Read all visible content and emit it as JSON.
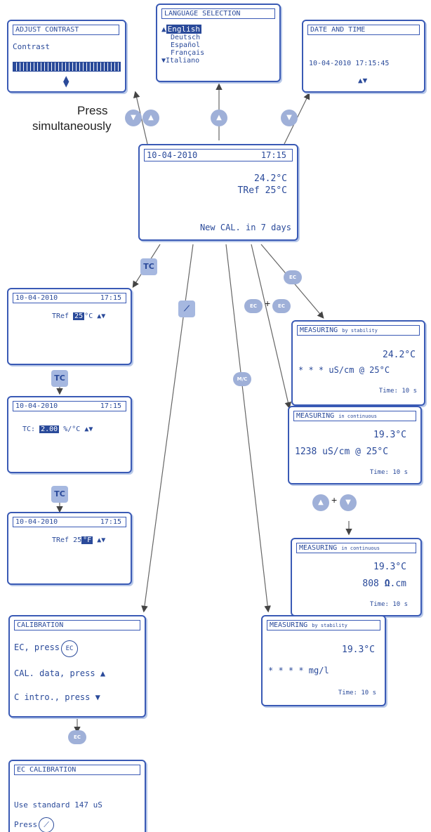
{
  "contrast": {
    "title": "ADJUST CONTRAST",
    "label": "Contrast"
  },
  "language": {
    "title": "LANGUAGE SELECTION",
    "items": [
      "English",
      "Deutsch",
      "Español",
      "Français",
      "Italiano"
    ]
  },
  "datetime": {
    "title": "DATE AND TIME",
    "value": "10-04-2010   17:15:45"
  },
  "press_note": {
    "line1": "Press",
    "line2": "simultaneously"
  },
  "main": {
    "date": "10-04-2010",
    "time": "17:15",
    "temp": "24.2°C",
    "tref": "TRef 25°C",
    "cal": "New CAL. in 7 days"
  },
  "tref1": {
    "date": "10-04-2010",
    "time": "17:15",
    "text": "TRef",
    "val": "25",
    "unit": "°C"
  },
  "tc": {
    "date": "10-04-2010",
    "time": "17:15",
    "text": "TC:",
    "val": "2.00",
    "unit": "%/°C"
  },
  "tref2": {
    "date": "10-04-2010",
    "time": "17:15",
    "text": "TRef 25",
    "unit": "°F"
  },
  "meas_stab": {
    "title": "MEASURING",
    "sub": "by stability",
    "temp": "24.2°C",
    "value": "* * * uS/cm @ 25°C",
    "time": "Time: 10 s"
  },
  "meas_cont1": {
    "title": "MEASURING",
    "sub": "in continuous",
    "temp": "19.3°C",
    "value": "1238 uS/cm @ 25°C",
    "time": "Time: 10 s"
  },
  "meas_cont2": {
    "title": "MEASURING",
    "sub": "in continuous",
    "temp": "19.3°C",
    "value": "808",
    "unit": ".cm",
    "time": "Time: 10 s"
  },
  "meas_mg": {
    "title": "MEASURING",
    "sub": "by stability",
    "temp": "19.3°C",
    "value": "* * * * mg/l",
    "time": "Time: 10 s"
  },
  "calibration": {
    "title": "CALIBRATION",
    "l1": "EC, press",
    "ec": "EC",
    "l2": "CAL. data, press",
    "l3": "C intro., press"
  },
  "ec_cal": {
    "title": "EC CALIBRATION",
    "l1": "Use standard 147 uS",
    "l2": "Press"
  },
  "buttons": {
    "ec": "EC",
    "plus": "+",
    "mode": "TC",
    "md": "M/C"
  }
}
